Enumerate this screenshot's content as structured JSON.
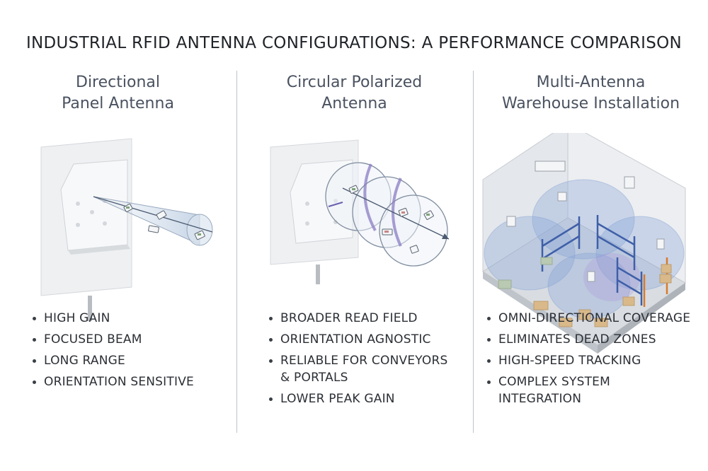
{
  "title": "INDUSTRIAL RFID ANTENNA CONFIGURATIONS: A PERFORMANCE COMPARISON",
  "columns": [
    {
      "heading": "Directional\nPanel Antenna",
      "bullets": [
        "HIGH GAIN",
        "FOCUSED BEAM",
        "LONG RANGE",
        "ORIENTATION SENSITIVE"
      ]
    },
    {
      "heading": "Circular Polarized\nAntenna",
      "bullets": [
        "BROADER READ FIELD",
        "ORIENTATION AGNOSTIC",
        "RELIABLE FOR CONVEYORS\n& PORTALS",
        "LOWER PEAK GAIN"
      ]
    },
    {
      "heading": "Multi-Antenna\nWarehouse Installation",
      "bullets": [
        "OMNI-DIRECTIONAL COVERAGE",
        "ELIMINATES DEAD ZONES",
        "HIGH-SPEED TRACKING",
        "COMPLEX SYSTEM\nINTEGRATION"
      ]
    }
  ],
  "colors": {
    "beam": "#c9d6e6",
    "coil": "#8a7cc4",
    "coverage": "#7fa0d8",
    "rack": "#3f5fa8",
    "pallet": "#d9b98a"
  }
}
